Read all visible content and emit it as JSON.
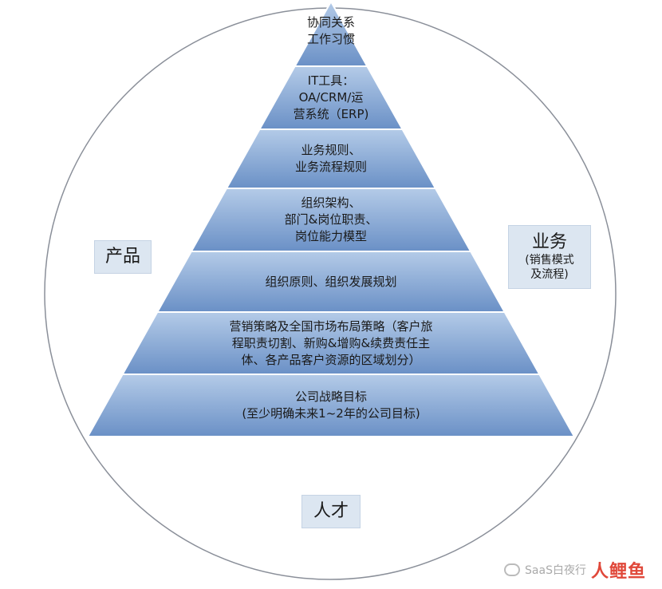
{
  "pyramid": {
    "layers": [
      {
        "lines": [
          "协同关系",
          "工作习惯"
        ]
      },
      {
        "lines": [
          "IT工具：",
          "OA/CRM/运",
          "营系统（ERP)"
        ]
      },
      {
        "lines": [
          "业务规则、",
          "业务流程规则"
        ]
      },
      {
        "lines": [
          "组织架构、",
          "部门&岗位职责、",
          "岗位能力模型"
        ]
      },
      {
        "lines": [
          "组织原则、组织发展规划"
        ]
      },
      {
        "lines": [
          "营销策略及全国市场布局策略（客户旅",
          "程职责切割、新购&增购&续费责任主",
          "体、各产品客户资源的区域划分）"
        ]
      },
      {
        "lines": [
          "公司战略目标",
          "(至少明确未来1~2年的公司目标)"
        ]
      }
    ]
  },
  "labels": {
    "product": "产品",
    "business_title": "业务",
    "business_sub1": "(销售模式",
    "business_sub2": "及流程)",
    "talent": "人才"
  },
  "watermark": {
    "account": "SaaS白夜行",
    "logo": "人鲤鱼"
  },
  "colors": {
    "layer_top": "#a9c1e2",
    "layer_bottom": "#5f87c0",
    "circle": "#8a8f99",
    "side_box": "#dce6f1"
  }
}
